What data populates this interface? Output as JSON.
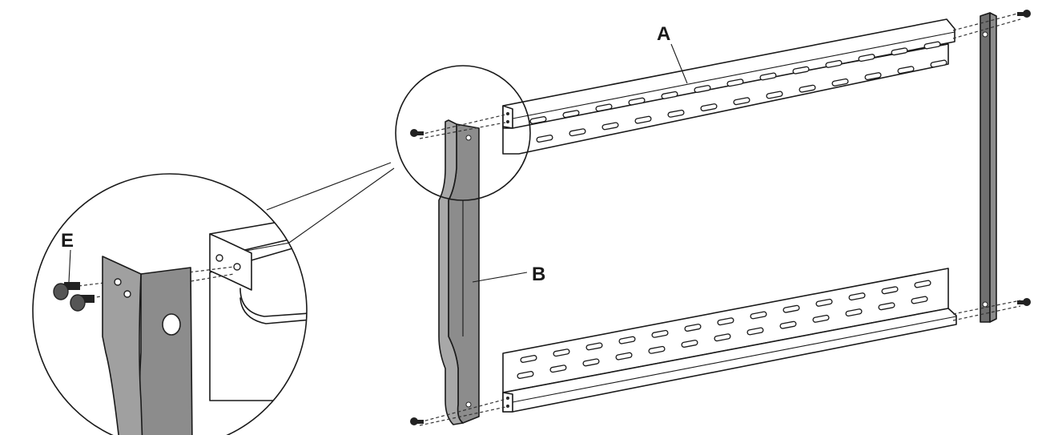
{
  "diagram": {
    "callouts": {
      "a": "A",
      "b": "B",
      "e": "E"
    },
    "colors": {
      "line": "#1a1a1a",
      "bracket_fill": "#8c8c8c",
      "bracket_dark": "#6f6f6f",
      "rail_fill": "#ffffff",
      "slot_fill": "#ffffff",
      "screw_fill": "#222222"
    }
  }
}
